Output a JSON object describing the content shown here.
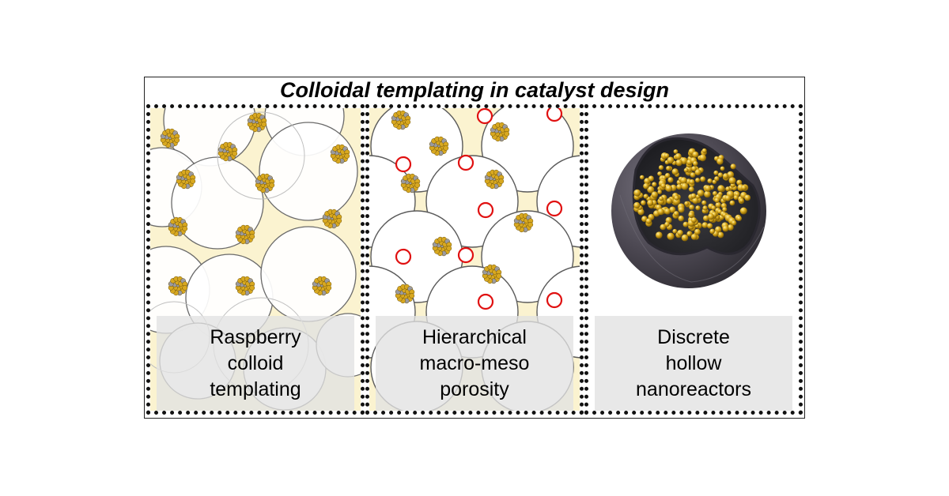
{
  "title": "Colloidal templating in catalyst design",
  "panels": [
    {
      "lines": [
        "Raspberry",
        "colloid",
        "templating"
      ]
    },
    {
      "lines": [
        "Hierarchical",
        "macro-meso",
        "porosity"
      ]
    },
    {
      "lines": [
        "Discrete",
        "hollow",
        "nanoreactors"
      ]
    }
  ],
  "colors": {
    "matrix": "#fbf3d0",
    "pore_outline": "#555555",
    "mesopore": "#e01010",
    "shell": "#4a4650",
    "gold": "#d9a81a"
  }
}
